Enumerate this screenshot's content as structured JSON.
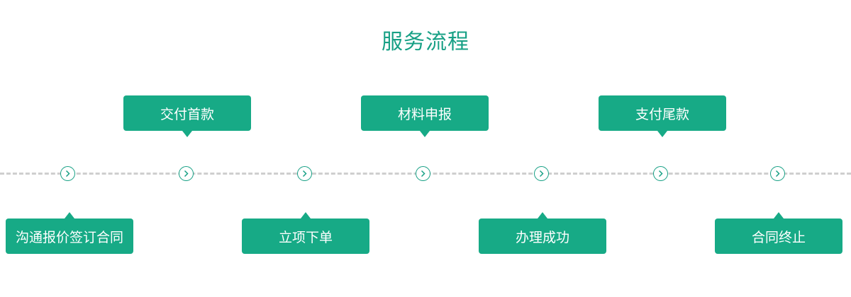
{
  "title": "服务流程",
  "colors": {
    "accent": "#17a085",
    "box": "#17aa86",
    "timeline": "#cfcfcf",
    "text_on_box": "#ffffff"
  },
  "steps": [
    {
      "label": "沟通报价签订合同",
      "icon": "chevron-right-icon"
    },
    {
      "label": "交付首款",
      "icon": "chevron-right-icon"
    },
    {
      "label": "立项下单",
      "icon": "chevron-right-icon"
    },
    {
      "label": "材料申报",
      "icon": "chevron-right-icon"
    },
    {
      "label": "办理成功",
      "icon": "chevron-right-icon"
    },
    {
      "label": "支付尾款",
      "icon": "chevron-right-icon"
    },
    {
      "label": "合同终止",
      "icon": "chevron-right-icon"
    }
  ]
}
